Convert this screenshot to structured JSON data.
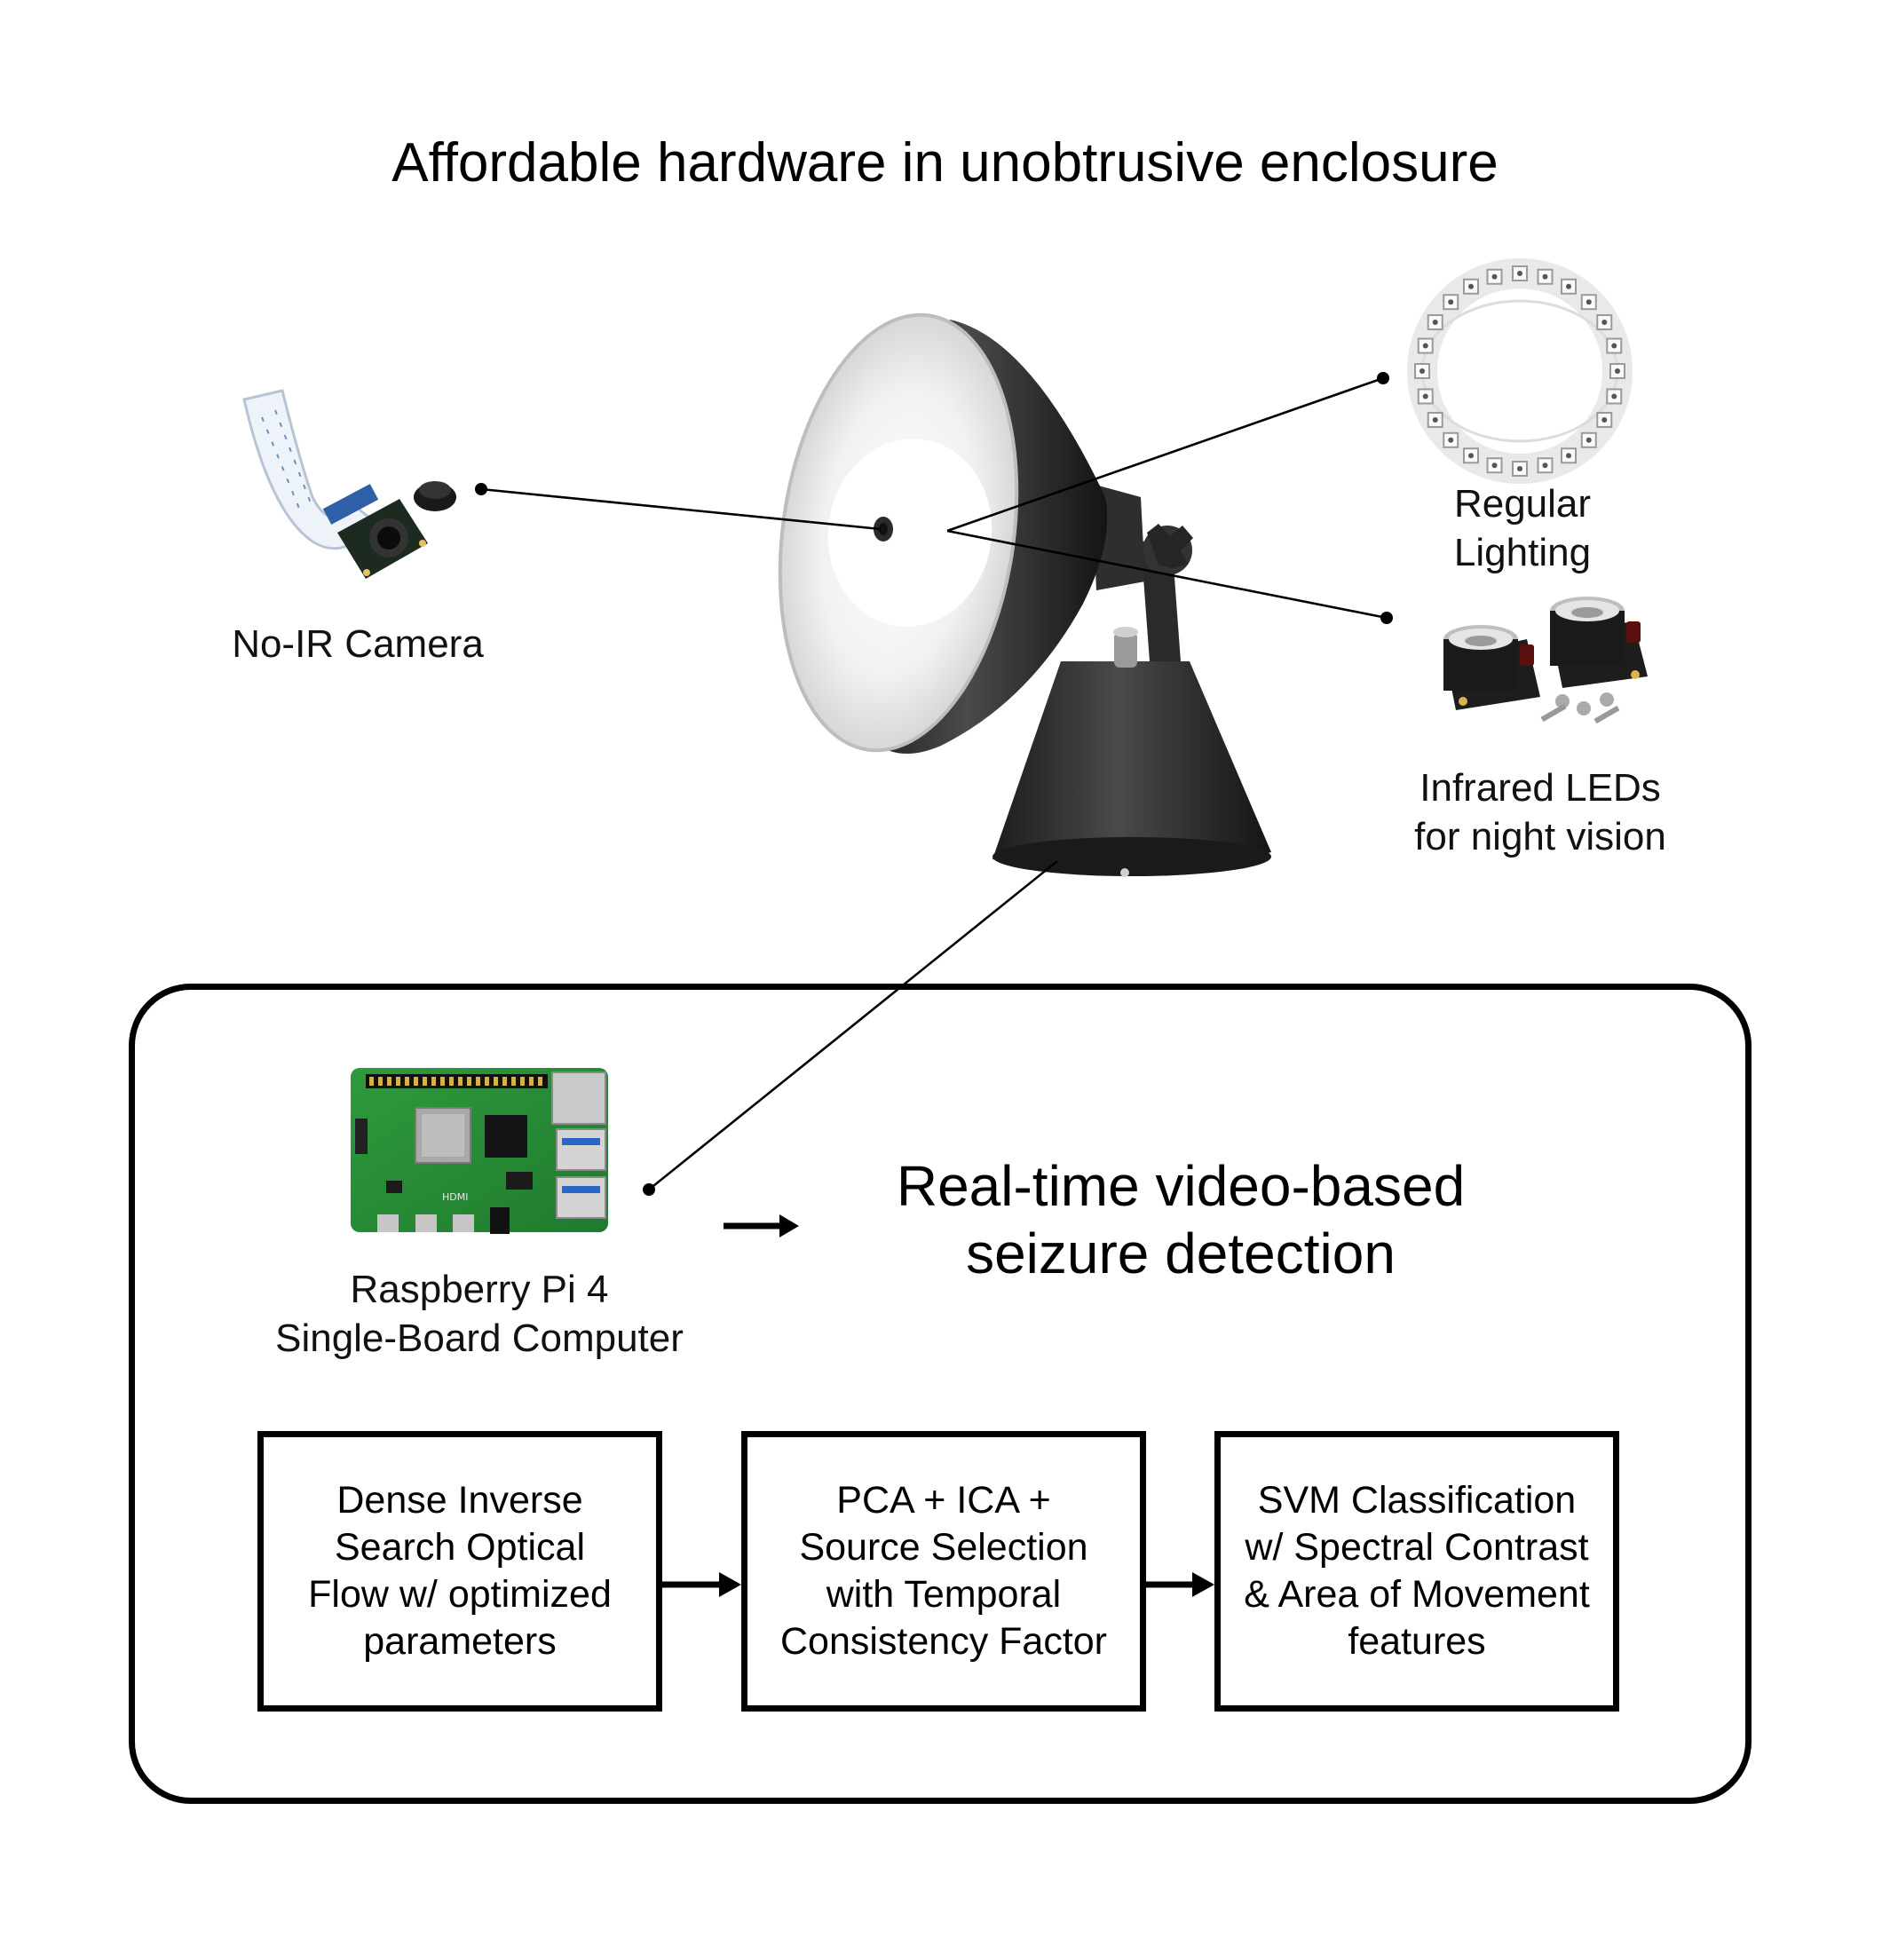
{
  "title": "Affordable hardware in unobtrusive enclosure",
  "components": {
    "camera": "No-IR Camera",
    "regular_lighting": [
      "Regular",
      "Lighting"
    ],
    "infrared": [
      "Infrared LEDs",
      "for night vision"
    ],
    "computer": [
      "Raspberry Pi 4",
      "Single-Board Computer"
    ]
  },
  "output": [
    "Real-time video-based",
    "seizure detection"
  ],
  "pipeline": [
    [
      "Dense Inverse",
      "Search Optical",
      "Flow w/ optimized",
      "parameters"
    ],
    [
      "PCA + ICA +",
      "Source Selection",
      "with Temporal",
      "Consistency Factor"
    ],
    [
      "SVM Classification",
      "w/ Spectral Contrast",
      "& Area of Movement",
      "features"
    ]
  ]
}
